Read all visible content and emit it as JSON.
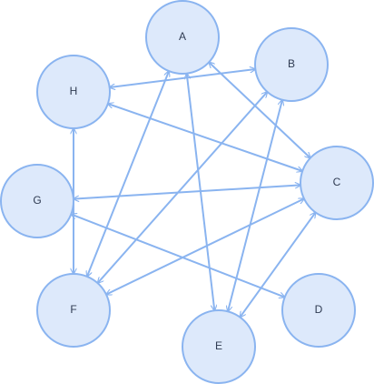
{
  "diagram": {
    "type": "directed-graph",
    "colors": {
      "node_fill": "#dde9fb",
      "node_stroke": "#8ab4f0",
      "edge": "#8ab4f0",
      "label": "#2f3b52"
    },
    "nodes": [
      {
        "id": "A",
        "label": "A"
      },
      {
        "id": "B",
        "label": "B"
      },
      {
        "id": "C",
        "label": "C"
      },
      {
        "id": "D",
        "label": "D"
      },
      {
        "id": "E",
        "label": "E"
      },
      {
        "id": "F",
        "label": "F"
      },
      {
        "id": "G",
        "label": "G"
      },
      {
        "id": "H",
        "label": "H"
      }
    ],
    "edges": [
      {
        "from": "A",
        "to": "C",
        "bidirectional": true
      },
      {
        "from": "A",
        "to": "F",
        "bidirectional": true
      },
      {
        "from": "A",
        "to": "E",
        "bidirectional": true
      },
      {
        "from": "H",
        "to": "B",
        "bidirectional": true
      },
      {
        "from": "H",
        "to": "C",
        "bidirectional": true
      },
      {
        "from": "H",
        "to": "F",
        "bidirectional": true
      },
      {
        "from": "B",
        "to": "F",
        "bidirectional": true
      },
      {
        "from": "B",
        "to": "E",
        "bidirectional": true
      },
      {
        "from": "G",
        "to": "C",
        "bidirectional": true
      },
      {
        "from": "G",
        "to": "D",
        "bidirectional": true
      },
      {
        "from": "C",
        "to": "F",
        "bidirectional": true
      },
      {
        "from": "C",
        "to": "E",
        "bidirectional": true
      }
    ]
  }
}
